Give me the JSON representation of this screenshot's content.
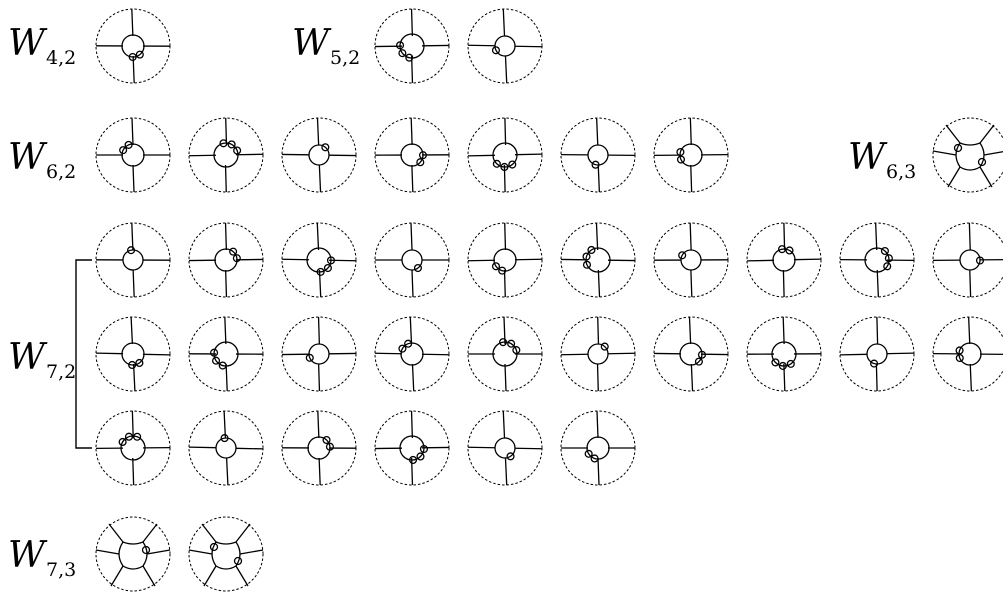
{
  "groups": [
    {
      "id": "w42",
      "label": "W",
      "subscript": "4,2",
      "diagrams": [
        "4-leg single loop"
      ]
    },
    {
      "id": "w52",
      "label": "W",
      "subscript": "5,2",
      "diagrams": [
        "d1",
        "d2"
      ]
    },
    {
      "id": "w62",
      "label": "W",
      "subscript": "6,2",
      "diagrams": [
        "d1",
        "d2",
        "d3",
        "d4",
        "d5",
        "d6",
        "d7"
      ]
    },
    {
      "id": "w63",
      "label": "W",
      "subscript": "6,3",
      "diagrams": [
        "d1"
      ]
    },
    {
      "id": "w72",
      "label": "W",
      "subscript": "7,2",
      "diagrams": [
        "r1c1",
        "r1c2",
        "r1c3",
        "r1c4",
        "r1c5",
        "r1c6",
        "r1c7",
        "r1c8",
        "r1c9",
        "r1c10",
        "r2c1",
        "r2c2",
        "r2c3",
        "r2c4",
        "r2c5",
        "r2c6",
        "r2c7",
        "r2c8",
        "r2c9",
        "r2c10",
        "r3c1",
        "r3c2",
        "r3c3",
        "r3c4",
        "r3c5",
        "r3c6"
      ]
    },
    {
      "id": "w73",
      "label": "W",
      "subscript": "7,3",
      "diagrams": [
        "d1",
        "d2"
      ]
    }
  ],
  "colors": {
    "ink": "#000000",
    "background": "#ffffff"
  }
}
